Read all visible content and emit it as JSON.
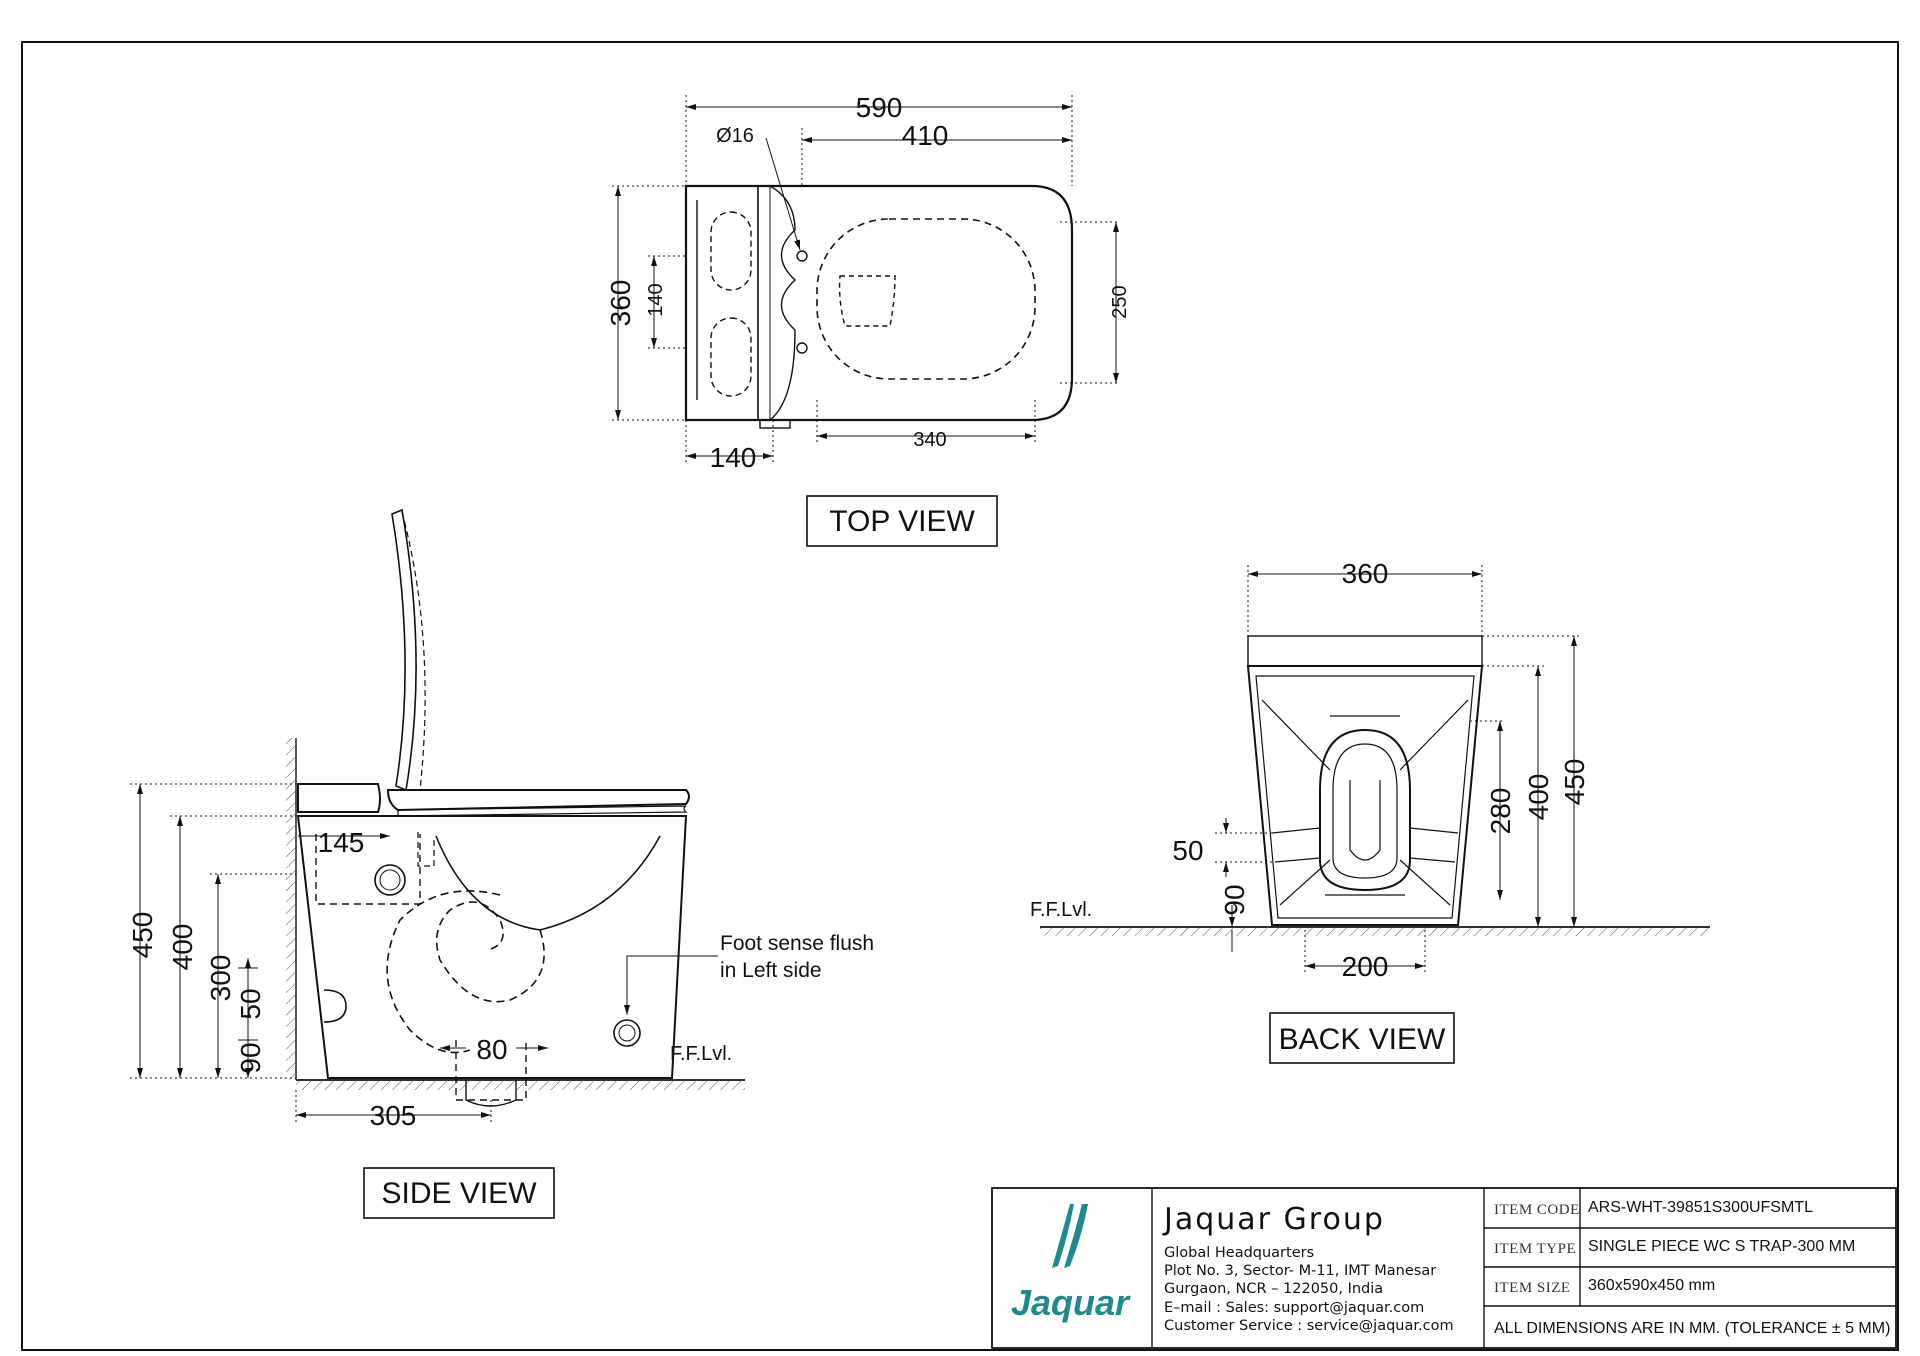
{
  "views": {
    "top": {
      "title": "TOP VIEW",
      "dims": {
        "overall_length": "590",
        "bowl_length": "410",
        "hole_dia": "Ø16",
        "width": "360",
        "hole_spacing": "140",
        "bowl_width": "250",
        "tank_depth": "140",
        "bowl_depth": "340"
      }
    },
    "side": {
      "title": "SIDE VIEW",
      "dims": {
        "height": "450",
        "rim_height": "400",
        "height_300": "300",
        "d90": "90",
        "d50": "50",
        "d145": "145",
        "d80": "80",
        "trap_distance": "305"
      },
      "note_line1": "Foot sense flush",
      "note_line2": "in Left side",
      "floor_label": "F.F.Lvl."
    },
    "back": {
      "title": "BACK VIEW",
      "dims": {
        "width": "360",
        "height": "450",
        "rim_height": "400",
        "h280": "280",
        "d50": "50",
        "d90": "90",
        "base_width": "200"
      },
      "floor_label": "F.F.Lvl."
    }
  },
  "title_block": {
    "company": "Jaquar Group",
    "logo_text": "Jaquar",
    "brand_color": "#1f8a8c",
    "address": [
      "Global Headquarters",
      "Plot No. 3, Sector- M-11, IMT Manesar",
      "Gurgaon, NCR – 122050, India",
      "E–mail : Sales: support@jaquar.com",
      "Customer Service : service@jaquar.com"
    ],
    "rows": [
      {
        "label": "ITEM CODE",
        "value": "ARS-WHT-39851S300UFSMTL"
      },
      {
        "label": "ITEM TYPE",
        "value": "SINGLE PIECE WC S TRAP-300 MM"
      },
      {
        "label": "ITEM SIZE",
        "value": "360x590x450 mm"
      }
    ],
    "note": "ALL DIMENSIONS ARE IN MM. (TOLERANCE ± 5 MM)"
  }
}
